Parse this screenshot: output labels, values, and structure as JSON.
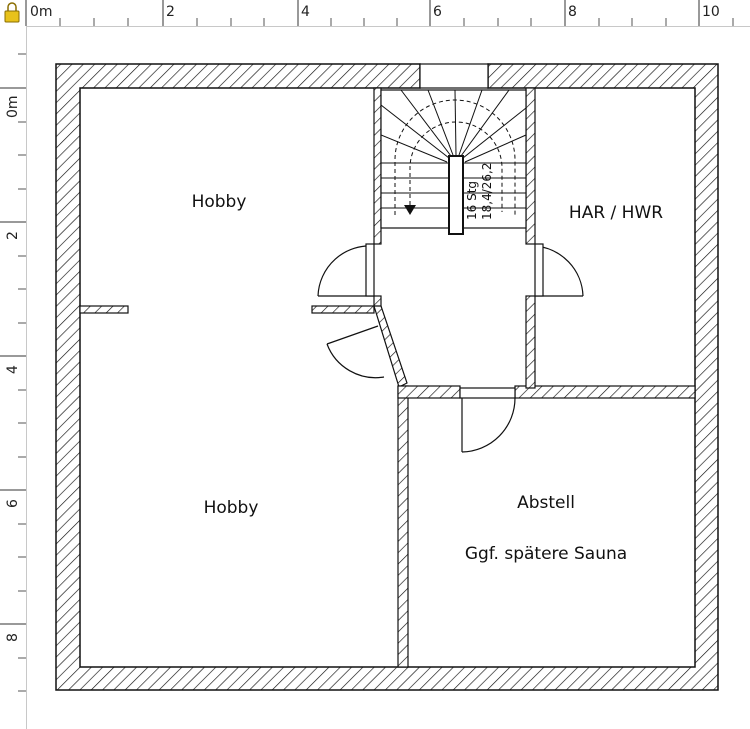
{
  "ruler": {
    "unit_label": "0m",
    "top_ticks": [
      "2",
      "4",
      "6",
      "8",
      "10"
    ],
    "left_ticks": [
      "0m",
      "2",
      "4",
      "6",
      "8"
    ]
  },
  "rooms": {
    "hobby_upper": "Hobby",
    "hobby_lower": "Hobby",
    "har_hwr": "HAR / HWR",
    "abstell": "Abstell",
    "abstell_note": "Ggf. spätere Sauna"
  },
  "stairs": {
    "steps": "16 Stg",
    "ratio": "18,4/26,2"
  },
  "colors": {
    "wall_hatch": "#111111",
    "wall_fill": "#ffffff",
    "ruler_bg": "#ffffff",
    "corner_icon": "#e8c21a"
  }
}
